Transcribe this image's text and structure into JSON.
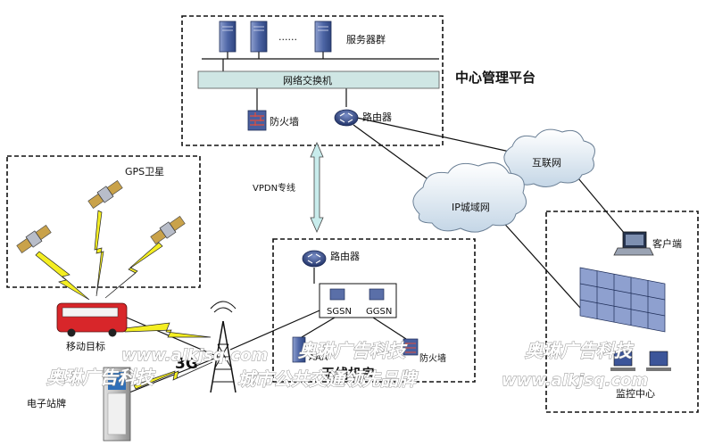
{
  "labels": {
    "server_group": "服务器群",
    "server_dots": "······",
    "network_switch": "网络交换机",
    "firewall": "防火墙",
    "router": "路由器",
    "central_platform": "中心管理平台",
    "internet": "互联网",
    "ip_metro": "IP城域网",
    "client": "客户端",
    "vpdn": "VPDN专线",
    "gps": "GPS卫星",
    "wireless_router": "路由器",
    "sgsn": "SGSN",
    "ggsn": "GGSN",
    "aaa": "AAA",
    "wireless_firewall": "防火墙",
    "wireless_room": "无线机房",
    "monitor_center": "监控中心",
    "mobile_target": "移动目标",
    "electronic_sign": "电子站牌",
    "three_g": "3G"
  },
  "watermark": {
    "company": "奥琳广告科技",
    "url": "www.alkjsq.com",
    "slogan": "城市公共交通领先品牌"
  },
  "colors": {
    "cloud": "#dbe7f1",
    "switch_bar": "#cfe6e4",
    "arrow": "#c8ecec",
    "lightning": "#f4ee22",
    "bus": "#d8262a",
    "server": "#5a6fa8",
    "router": "#3a4f8f"
  }
}
